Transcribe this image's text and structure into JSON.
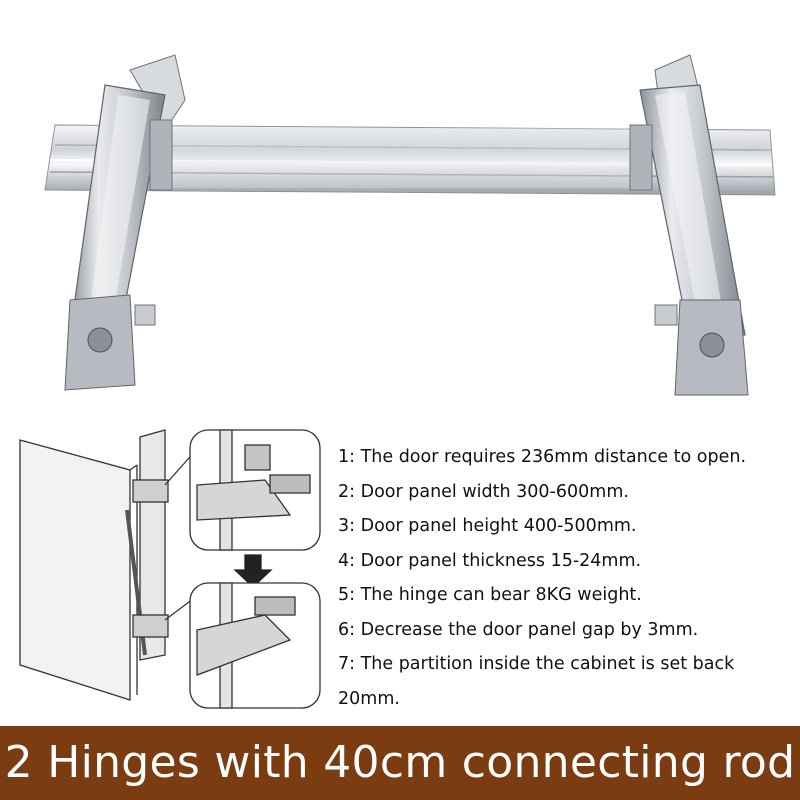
{
  "specs": [
    "1: The door requires 236mm distance to open.",
    "2: Door panel width 300-600mm.",
    "3: Door panel height 400-500mm.",
    "4: Door panel thickness 15-24mm.",
    "5: The hinge can bear 8KG weight.",
    "6: Decrease the door panel gap by 3mm.",
    "7: The partition inside the cabinet is set back 20mm."
  ],
  "banner": "2 Hinges with 40cm connecting rod",
  "colors": {
    "banner_bg": "#7b3c12",
    "metal_light": "#e4e6ea",
    "metal_dark": "#8a8f96"
  }
}
